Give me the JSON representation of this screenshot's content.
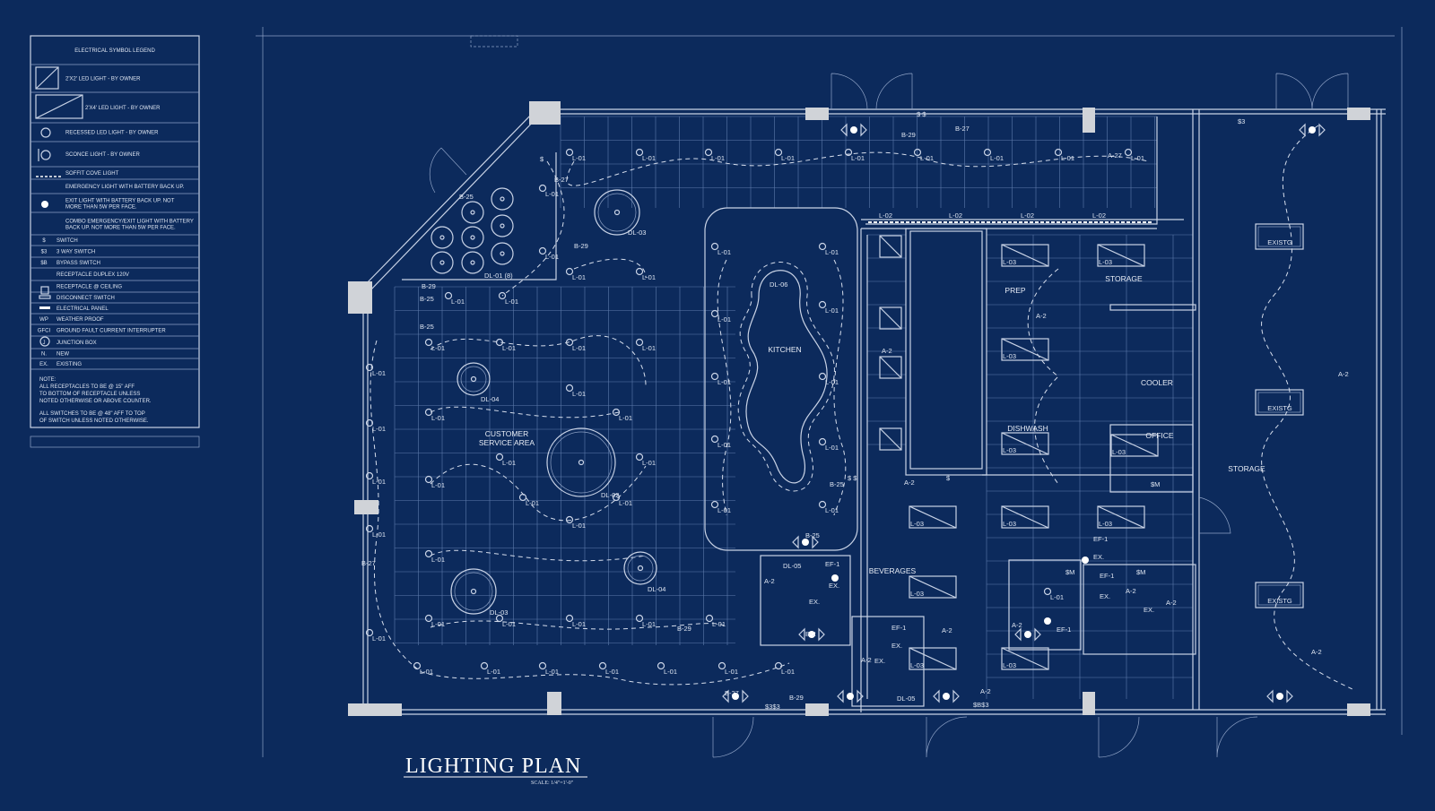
{
  "legend": {
    "title": "ELECTRICAL SYMBOL LEGEND",
    "items": [
      {
        "symbol": "",
        "label": "2'X2' LED LIGHT - BY OWNER"
      },
      {
        "symbol": "",
        "label": "2'X4' LED LIGHT - BY OWNER"
      },
      {
        "symbol": "",
        "label": "RECESSED LED LIGHT - BY OWNER"
      },
      {
        "symbol": "",
        "label": "SCONCE LIGHT - BY OWNER"
      },
      {
        "symbol": "",
        "label": "SOFFIT COVE LIGHT"
      },
      {
        "symbol": "",
        "label": "EMERGENCY LIGHT WITH BATTERY BACK UP."
      },
      {
        "symbol": "",
        "label": "EXIT LIGHT WITH BATTERY BACK UP. NOT",
        "label2": "MORE THAN 5W PER FACE."
      },
      {
        "symbol": "",
        "label": "COMBO EMERGENCY/EXIT LIGHT WITH BATTERY",
        "label2": "BACK UP. NOT MORE THAN 5W PER FACE."
      },
      {
        "symbol": "$",
        "label": "SWITCH"
      },
      {
        "symbol": "$3",
        "label": "3 WAY SWITCH"
      },
      {
        "symbol": "$B",
        "label": "BYPASS SWITCH"
      },
      {
        "symbol": "",
        "label": "RECEPTACLE DUPLEX 120V"
      },
      {
        "symbol": "",
        "label": "RECEPTACLE @ CEILING"
      },
      {
        "symbol": "",
        "label": "DISCONNECT SWITCH"
      },
      {
        "symbol": "",
        "label": "ELECTRICAL PANEL"
      },
      {
        "symbol": "WP",
        "label": "WEATHER PROOF"
      },
      {
        "symbol": "GFCI",
        "label": "GROUND FAULT CURRENT INTERRUPTER"
      },
      {
        "symbol": "J",
        "label": "JUNCTION BOX"
      },
      {
        "symbol": "N.",
        "label": "NEW"
      },
      {
        "symbol": "EX.",
        "label": "EXISTING"
      }
    ],
    "notes": [
      "NOTE:",
      "ALL RECEPTACLES TO BE @ 15\" AFF",
      "TO BOTTOM OF RECEPTACLE UNLESS",
      "NOTED OTHERWISE OR ABOVE COUNTER.",
      "ALL SWITCHES TO BE @ 48\" AFF TO TOP",
      "OF SWITCH UNLESS NOTED OTHERWISE."
    ]
  },
  "rooms": {
    "customer": "CUSTOMER",
    "service_area": "SERVICE AREA",
    "kitchen": "KITCHEN",
    "prep": "PREP",
    "storage_1": "STORAGE",
    "cooler": "COOLER",
    "dishwash": "DISHWASH",
    "office": "OFFICE",
    "beverages": "BEVERAGES",
    "storage_2": "STORAGE",
    "existg": "EXISTG"
  },
  "downlights": [
    "DL-03",
    "DL-04",
    "DL-02",
    "DL-04",
    "DL-03",
    "DL-06",
    "DL-01 (8)",
    "DL-05",
    "DL-05"
  ],
  "fixture_tag": "L-01",
  "cove_tag": "L-02",
  "panel_tag": "L-03",
  "circuit_tags": [
    "B-25",
    "B-27",
    "B-29",
    "B-25",
    "B-25",
    "B-29",
    "B-29",
    "B-27",
    "B-27",
    "B-25",
    "B-25",
    "B-29",
    "B-27",
    "B-29",
    "B-2",
    "A-27",
    "A-2",
    "A-2",
    "A-2",
    "A-2",
    "A-2",
    "A-2",
    "A-2",
    "A-2",
    "A-2",
    "A-2",
    "A-2",
    "A-2"
  ],
  "equipment_tags": [
    "EF-1",
    "EF-1",
    "EF-1",
    "EF-1",
    "EF-1",
    "EX.",
    "EX.",
    "EX.",
    "EX.",
    "EX.",
    "EX.",
    "EX."
  ],
  "switches": [
    "$",
    "$ $",
    "$ $",
    "$",
    "$M",
    "$M",
    "$M",
    "$3$3",
    "$B$3",
    "$3"
  ],
  "title": {
    "main": "LIGHTING PLAN",
    "scale": "SCALE: 1/4\"=1'-0\""
  },
  "colors": {
    "background": "#0c2a5c",
    "lines": "#c9d3e6",
    "columns": "#d0d3d8"
  }
}
